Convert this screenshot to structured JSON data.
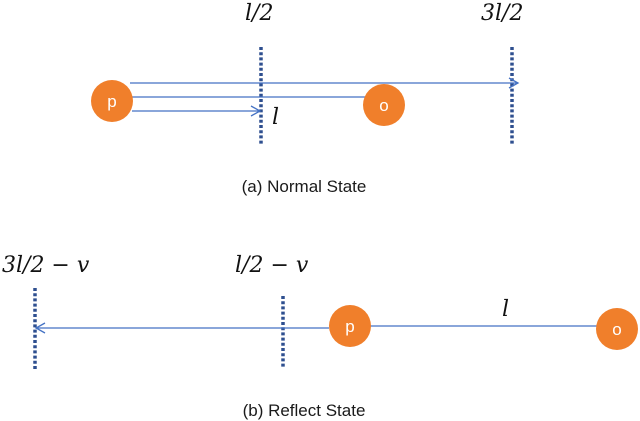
{
  "colors": {
    "node_fill": "#f07f2b",
    "arrow": "#4472c4",
    "dashed_line": "#2e4f8f",
    "text": "#111111"
  },
  "panel_a": {
    "caption": "(a) Normal State",
    "label_half": "l/2",
    "label_three_half": "3l/2",
    "label_distance": "l",
    "node_p": "p",
    "node_o": "o"
  },
  "panel_b": {
    "caption": "(b) Reflect State",
    "label_three_half_minus_v": "3l/2 − v",
    "label_half_minus_v": "l/2 − v",
    "label_distance": "l",
    "node_p": "p",
    "node_o": "o"
  }
}
